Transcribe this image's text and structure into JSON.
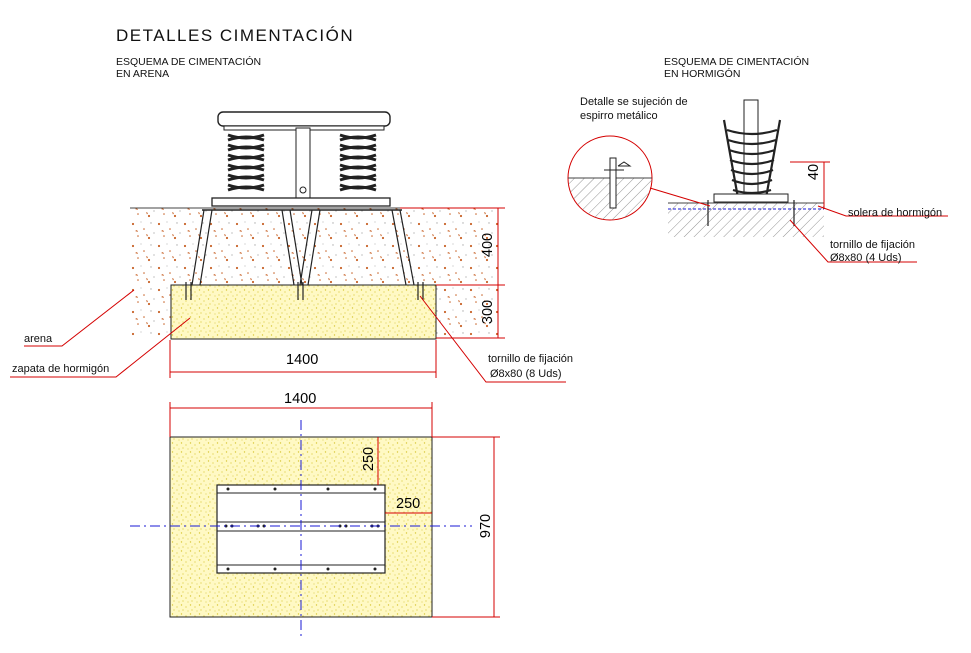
{
  "title": "DETALLES CIMENTACIÓN",
  "sand_scheme": {
    "line1": "ESQUEMA DE CIMENTACIÓN",
    "line2": "EN ARENA"
  },
  "concrete_scheme": {
    "line1": "ESQUEMA DE CIMENTACIÓN",
    "line2": "EN HORMIGÓN"
  },
  "detail_note": {
    "line1": "Detalle se sujeción de",
    "line2": "espirro metálico"
  },
  "labels": {
    "arena": "arena",
    "zapata": "zapata de hormigón",
    "tornillo_sand_1": "tornillo de fijación",
    "tornillo_sand_2": "Ø8x80 (8 Uds)",
    "solera": "solera de hormigón",
    "tornillo_conc_1": "tornillo de fijación",
    "tornillo_conc_2": "Ø8x80 (4 Uds)"
  },
  "dimensions": {
    "section_width": "1400",
    "section_depth_sand": "400",
    "section_depth_footing": "300",
    "plan_width": "1400",
    "plan_depth": "970",
    "plan_offset_top": "250",
    "plan_offset_side": "250",
    "concrete_anchor": "40"
  },
  "colors": {
    "dimension_red": "#d40000",
    "axis_blue": "#1a1ad6",
    "sand_dots": "#c8642a",
    "concrete_fill": "#fff9c4",
    "concrete_dots": "#d8c83a"
  }
}
